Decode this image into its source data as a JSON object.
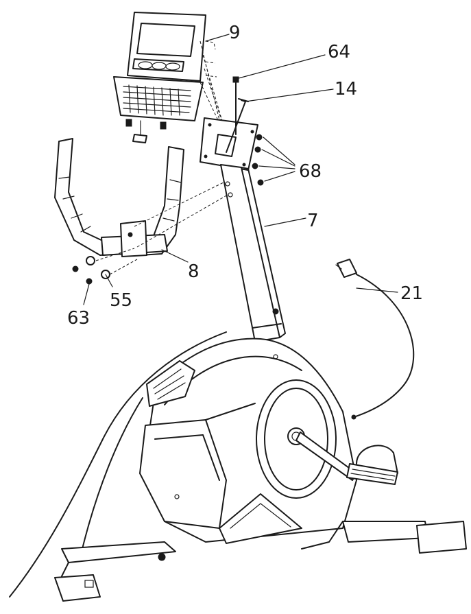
{
  "callouts": {
    "c9": "9",
    "c64": "64",
    "c14": "14",
    "c68": "68",
    "c7": "7",
    "c8": "8",
    "c21": "21",
    "c55": "55",
    "c63": "63"
  },
  "colors": {
    "ink": "#1a1a1a",
    "paper": "#ffffff"
  }
}
